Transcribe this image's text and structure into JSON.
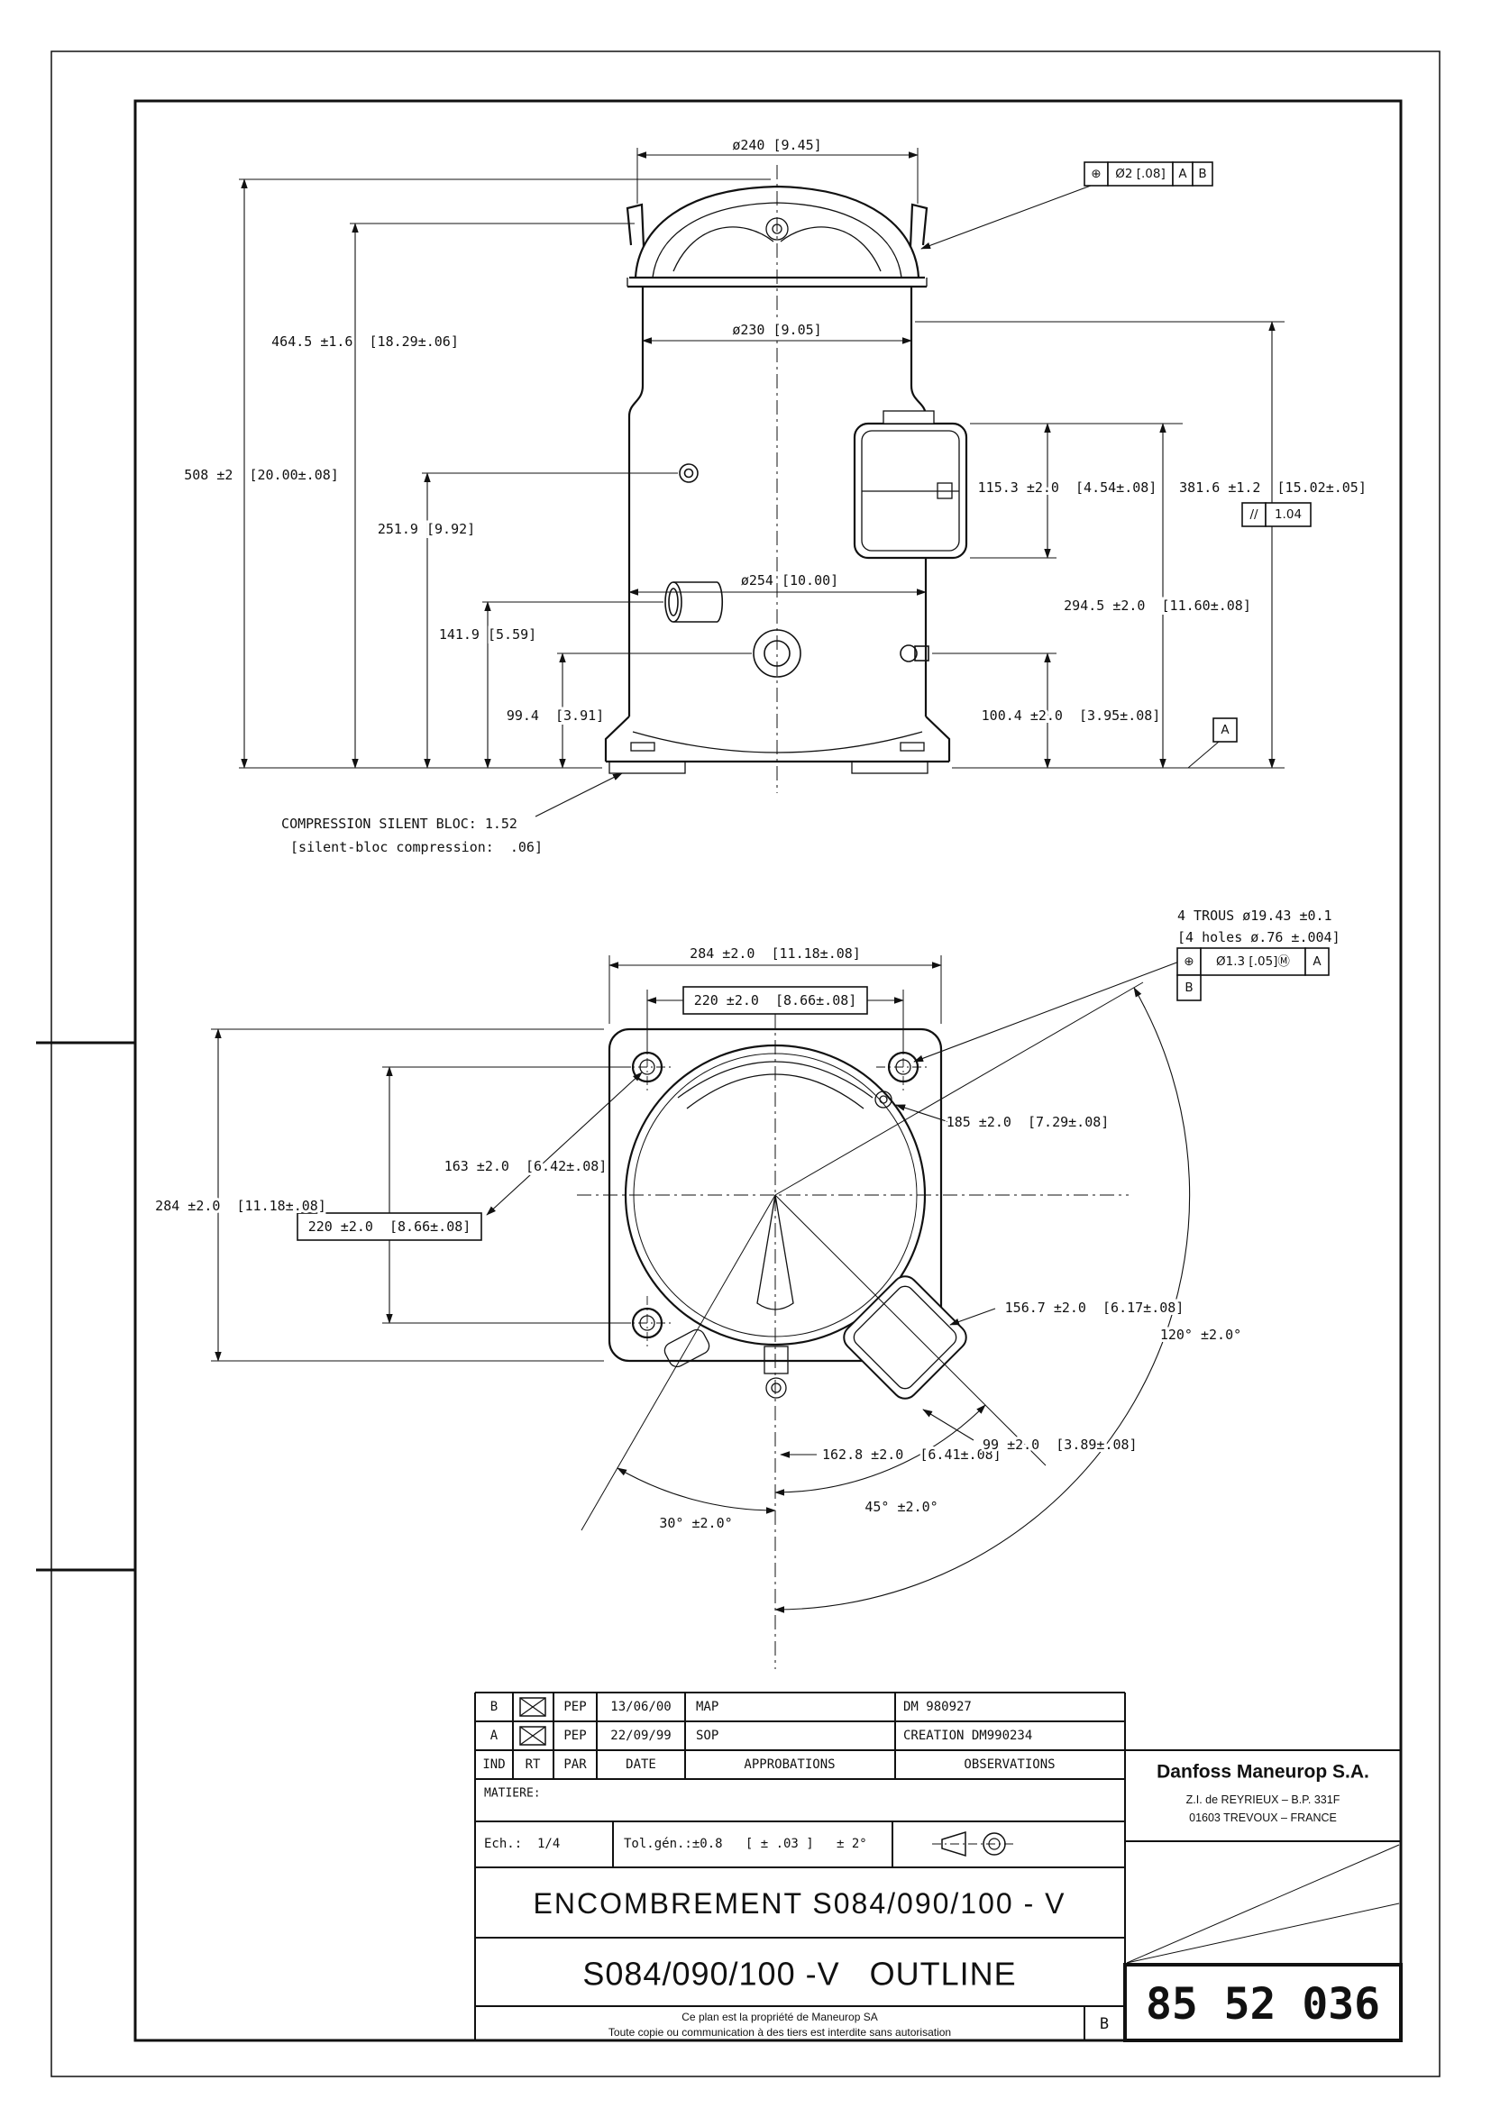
{
  "colors": {
    "ink": "#111111",
    "paper": "#ffffff"
  },
  "front_view": {
    "dia_240": "ø240 [9.45]",
    "fcf_position": {
      "symbol": "⊕",
      "tolerance": "Ø2 [.08]",
      "datum_a": "A",
      "datum_b": "B"
    },
    "height_464_5": "464.5 ±1.6  [18.29±.06]",
    "height_508": "508 ±2  [20.00±.08]",
    "dia_230": "ø230 [9.05]",
    "height_251_9": "251.9 [9.92]",
    "height_115_3": "115.3 ±2.0  [4.54±.08]",
    "height_381_6": "381.6 ±1.2  [15.02±.05]",
    "parallelism": {
      "symbol": "//",
      "value": "1.04"
    },
    "dia_254": "ø254 [10.00]",
    "height_294_5": "294.5 ±2.0  [11.60±.08]",
    "height_141_9": "141.9 [5.59]",
    "height_99_4": "99.4  [3.91]",
    "height_100_4": "100.4 ±2.0  [3.95±.08]",
    "datum_label": "A",
    "silent_bloc_note_fr": "COMPRESSION SILENT BLOC: 1.52",
    "silent_bloc_note_en": "[silent-bloc compression:  .06]"
  },
  "top_view": {
    "holes_note_fr": "4 TROUS ø19.43 ±0.1",
    "holes_note_en": "[4 holes ø.76 ±.004]",
    "fcf_holes": {
      "symbol": "⊕",
      "tolerance": "Ø1.3 [.05]Ⓜ",
      "datum_a": "A",
      "datum_b": "B"
    },
    "width_284": "284 ±2.0  [11.18±.08]",
    "width_220": "220 ±2.0  [8.66±.08]",
    "dim_185": "185 ±2.0  [7.29±.08]",
    "dim_163": "163 ±2.0  [6.42±.08]",
    "height_284": "284 ±2.0  [11.18±.08]",
    "height_220": "220 ±2.0  [8.66±.08]",
    "dim_156_7": "156.7 ±2.0  [6.17±.08]",
    "angle_120": "120° ±2.0°",
    "dim_162_8": "162.8 ±2.0  [6.41±.08]",
    "dim_99": "99 ±2.0  [3.89±.08]",
    "angle_30": "30° ±2.0°",
    "angle_45": "45° ±2.0°"
  },
  "title_block": {
    "revisions": [
      {
        "ind": "B",
        "mark": "crossed-box",
        "par": "PEP",
        "date": "13/06/00",
        "approbation": "MAP",
        "observation": "DM 980927"
      },
      {
        "ind": "A",
        "mark": "crossed-box",
        "par": "PEP",
        "date": "22/09/99",
        "approbation": "SOP",
        "observation": "CREATION DM990234"
      }
    ],
    "headers": {
      "ind": "IND",
      "rt": "RT",
      "par": "PAR",
      "date": "DATE",
      "approbations": "APPROBATIONS",
      "observations": "OBSERVATIONS"
    },
    "matiere_label": "MATIERE:",
    "scale_label": "Ech.:  1/4",
    "tolerance_label": "Tol.gén.:±0.8   [ ± .03 ]   ± 2°",
    "company": {
      "name": "Danfoss Maneurop S.A.",
      "address_line1": "Z.I. de REYRIEUX – B.P. 331F",
      "address_line2": "01603 TREVOUX – FRANCE"
    },
    "title_fr": "ENCOMBREMENT S084/090/100 - V",
    "title_en": "S084/090/100 -V   OUTLINE",
    "property_note_line1": "Ce plan est la propriété de Maneurop SA",
    "property_note_line2": "Toute copie ou communication à des tiers est interdite sans autorisation",
    "revision_letter": "B",
    "document_number": "85 52 036"
  }
}
